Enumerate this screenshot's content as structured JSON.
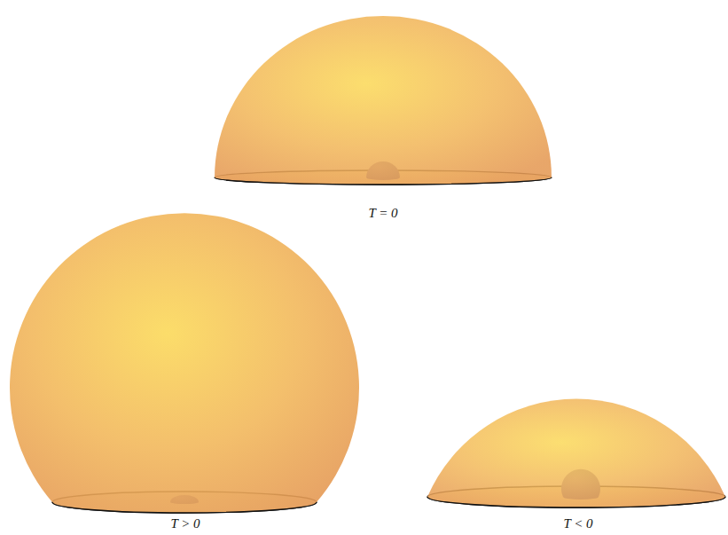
{
  "diagram": {
    "labels": [
      "T = 0",
      "T > 0",
      "T < 0"
    ]
  }
}
